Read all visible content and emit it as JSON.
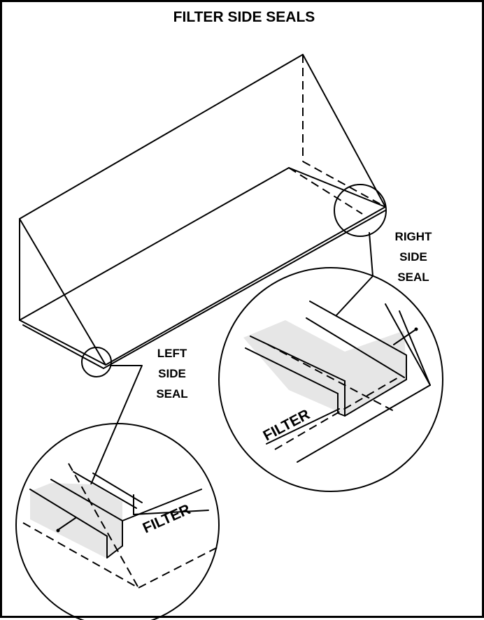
{
  "title": "FILTER SIDE SEALS",
  "right_label": [
    "RIGHT",
    "SIDE",
    "SEAL"
  ],
  "left_label": [
    "LEFT",
    "SIDE",
    "SEAL"
  ],
  "filter_right": "FILTER",
  "filter_left": "FILTER"
}
